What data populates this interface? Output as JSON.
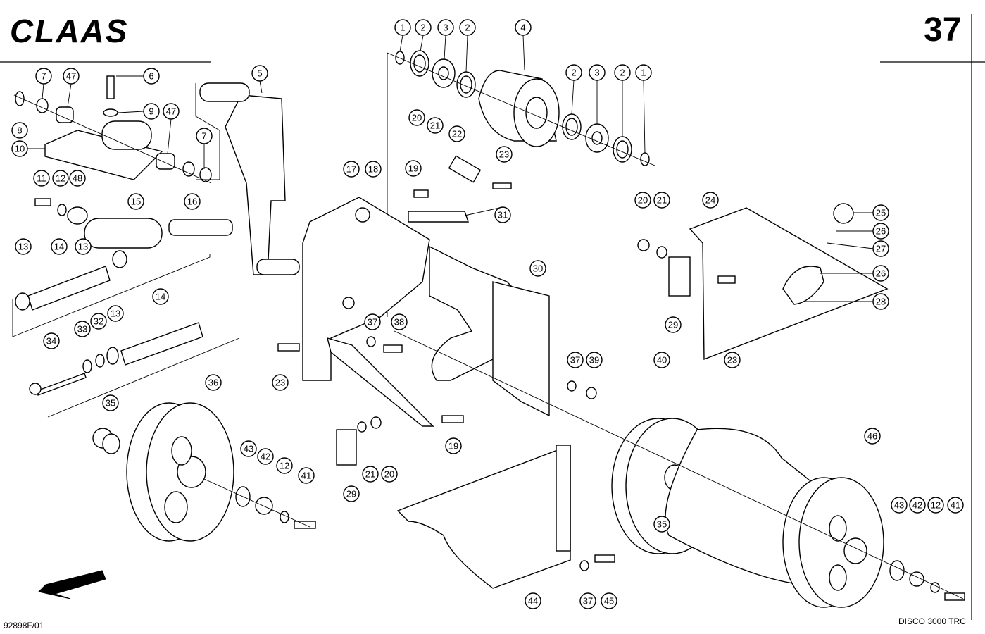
{
  "brand": "CLAAS",
  "page_number": "37",
  "drawing_id": "92898F/01",
  "model": "DISCO 3000 TRC",
  "callouts": [
    {
      "n": "1"
    },
    {
      "n": "2"
    },
    {
      "n": "3"
    },
    {
      "n": "2"
    },
    {
      "n": "4"
    },
    {
      "n": "2"
    },
    {
      "n": "3"
    },
    {
      "n": "2"
    },
    {
      "n": "1"
    },
    {
      "n": "7"
    },
    {
      "n": "47"
    },
    {
      "n": "6"
    },
    {
      "n": "9"
    },
    {
      "n": "47"
    },
    {
      "n": "7"
    },
    {
      "n": "8"
    },
    {
      "n": "10"
    },
    {
      "n": "5"
    },
    {
      "n": "11"
    },
    {
      "n": "12"
    },
    {
      "n": "48"
    },
    {
      "n": "15"
    },
    {
      "n": "16"
    },
    {
      "n": "13"
    },
    {
      "n": "14"
    },
    {
      "n": "13"
    },
    {
      "n": "14"
    },
    {
      "n": "33"
    },
    {
      "n": "32"
    },
    {
      "n": "13"
    },
    {
      "n": "34"
    },
    {
      "n": "36"
    },
    {
      "n": "35"
    },
    {
      "n": "43"
    },
    {
      "n": "42"
    },
    {
      "n": "12"
    },
    {
      "n": "41"
    },
    {
      "n": "20"
    },
    {
      "n": "21"
    },
    {
      "n": "22"
    },
    {
      "n": "23"
    },
    {
      "n": "19"
    },
    {
      "n": "17"
    },
    {
      "n": "18"
    },
    {
      "n": "31"
    },
    {
      "n": "37"
    },
    {
      "n": "38"
    },
    {
      "n": "23"
    },
    {
      "n": "30"
    },
    {
      "n": "37"
    },
    {
      "n": "39"
    },
    {
      "n": "19"
    },
    {
      "n": "29"
    },
    {
      "n": "21"
    },
    {
      "n": "20"
    },
    {
      "n": "44"
    },
    {
      "n": "37"
    },
    {
      "n": "45"
    },
    {
      "n": "20"
    },
    {
      "n": "21"
    },
    {
      "n": "24"
    },
    {
      "n": "25"
    },
    {
      "n": "26"
    },
    {
      "n": "27"
    },
    {
      "n": "26"
    },
    {
      "n": "28"
    },
    {
      "n": "29"
    },
    {
      "n": "23"
    },
    {
      "n": "40"
    },
    {
      "n": "46"
    },
    {
      "n": "35"
    },
    {
      "n": "43"
    },
    {
      "n": "42"
    },
    {
      "n": "12"
    },
    {
      "n": "41"
    }
  ]
}
